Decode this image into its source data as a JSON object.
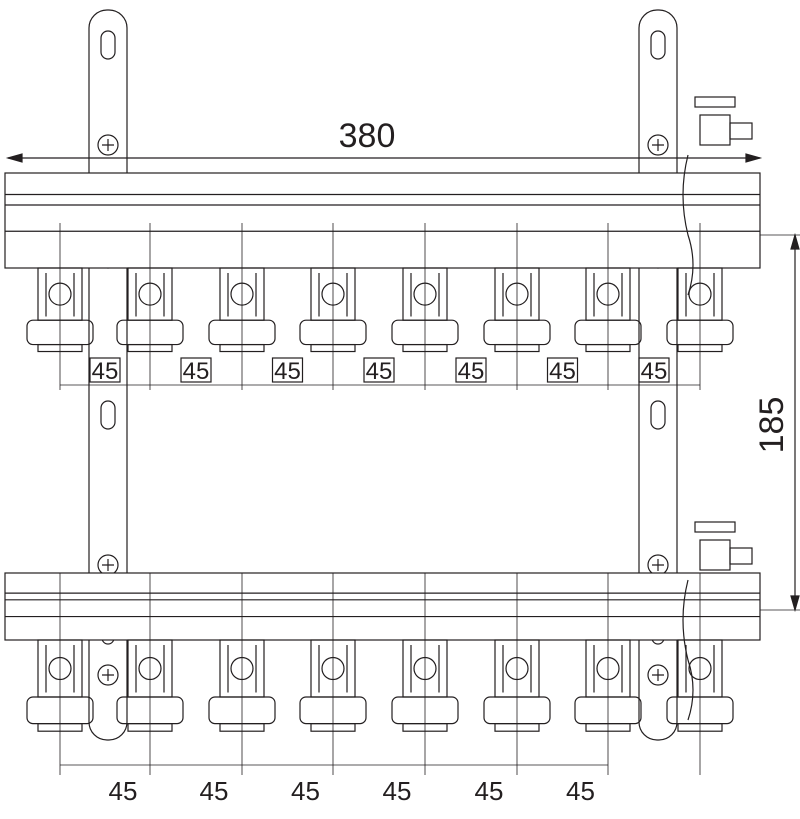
{
  "title": "Manifold technical drawing",
  "colors": {
    "line": "#231f20",
    "background": "#ffffff"
  },
  "dimensions": {
    "overall_length": "380",
    "header_spacing": "185",
    "top_spacings": [
      "45",
      "45",
      "45",
      "45",
      "45",
      "45",
      "45"
    ],
    "bottom_spacings": [
      "45",
      "45",
      "45",
      "45",
      "45",
      "45"
    ]
  },
  "outlets_per_bar": 8
}
